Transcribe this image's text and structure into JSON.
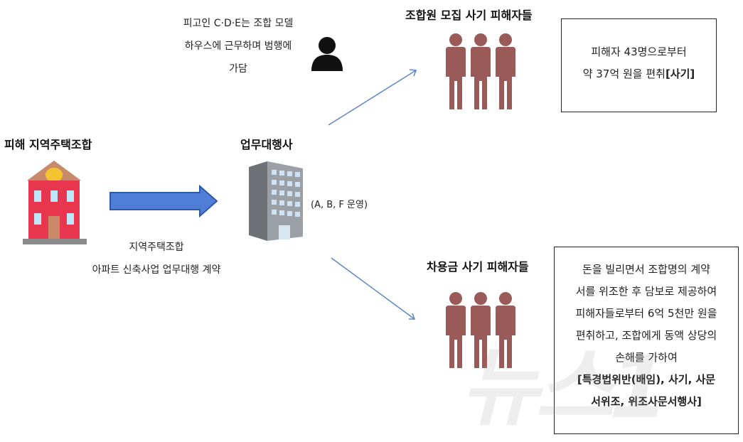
{
  "accused_note": [
    "피고인 C·D·E는 조합 모델",
    "하우스에 근무하며 범행에",
    "가담"
  ],
  "union": {
    "title": "피해 지역주택조합",
    "contract_note": [
      "지역주택조합",
      "아파트 신축사업 업무대행 계약"
    ]
  },
  "agency": {
    "title": "업무대행사",
    "operators": "(A, B, F 운영)"
  },
  "recruit_victims": {
    "title": "조합원 모집 사기 피해자들",
    "box": [
      "피해자 43명으로부터",
      "약 37억 원을 편취",
      "[사기]"
    ]
  },
  "loan_victims": {
    "title": "차용금 사기 피해자들",
    "box": [
      "돈을 빌리면서 조합명의 계약",
      "서를 위조한 후 담보로 제공하여",
      "피해자들로부터 6억 5천만 원을",
      "편취하고, 조합에게 동액 상당의",
      "손해를 가하여",
      "[특경법위반(배임), 사기, 사문",
      "서위조, 위조사문서행사]"
    ]
  },
  "watermark": "뉴스1",
  "colors": {
    "people": "#9a5a58",
    "arrow_fill": "#4f7ed6",
    "arrow_stroke": "#2f58a8",
    "line_arrow": "#5b86c8",
    "house_body": "#e8364f",
    "house_roof": "#c98a6a",
    "building": "#8c8f93",
    "building_window": "#cfe2f3",
    "person_icon": "#111111"
  }
}
